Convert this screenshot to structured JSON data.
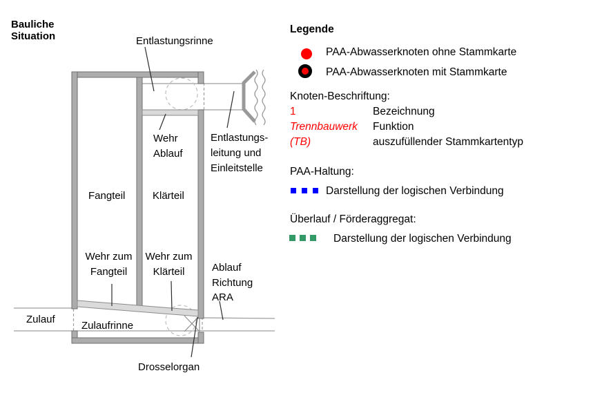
{
  "diagram": {
    "title": "Bauliche Situation",
    "labels": {
      "entlastungsrinne": "Entlastungsrinne",
      "wehr_ablauf": "Wehr\nAblauf",
      "entlastungsleitung": "Entlastungs-\nleitung und\nEinleitstelle",
      "fangteil": "Fangteil",
      "klaerteil": "Klärteil",
      "wehr_zum_fangteil": "Wehr zum\nFangteil",
      "wehr_zum_klaerteil": "Wehr zum\nKlärteil",
      "ablauf_richtung_ara": "Ablauf\nRichtung\nARA",
      "zulauf": "Zulauf",
      "zulaufrinne": "Zulaufrinne",
      "drosselorgan": "Drosselorgan"
    }
  },
  "legend": {
    "title": "Legende",
    "node_items": [
      {
        "symbol": "red-circle",
        "label": "PAA-Abwasserknoten ohne Stammkarte"
      },
      {
        "symbol": "red-circle-black-ring",
        "label": "PAA-Abwasserknoten mit Stammkarte"
      }
    ],
    "knoten_beschriftung": {
      "heading": "Knoten-Beschriftung:",
      "rows": [
        {
          "example": "1",
          "meaning": "Bezeichnung"
        },
        {
          "example": "Trennbauwerk",
          "meaning": "Funktion"
        },
        {
          "example": "(TB)",
          "meaning": "auszufüllender Stammkartentyp"
        }
      ]
    },
    "paa_haltung": {
      "heading": "PAA-Haltung:",
      "symbol": "blue-dashed-line",
      "label": "Darstellung der logischen Verbindung"
    },
    "ueberlauf": {
      "heading": "Überlauf / Förderaggregat:",
      "symbol": "green-dashed-line",
      "label": "Darstellung der logischen Verbindung"
    },
    "colors": {
      "red": "#ff0000",
      "blue": "#0000ff",
      "green": "#339966",
      "wall_gray": "#acacac"
    }
  }
}
